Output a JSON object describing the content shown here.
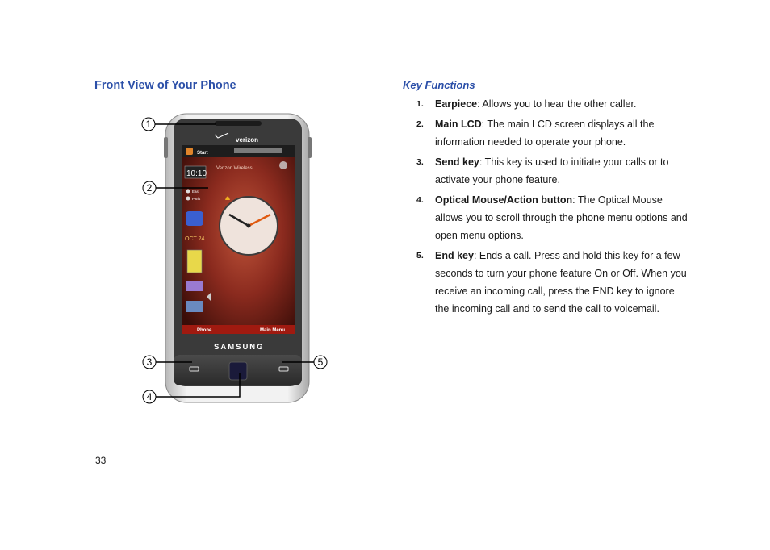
{
  "left_heading": "Front View of Your Phone",
  "right_heading": "Key Functions",
  "key_functions": [
    {
      "num": "1.",
      "term": "Earpiece",
      "desc": ": Allows you to hear the other caller."
    },
    {
      "num": "2.",
      "term": "Main LCD",
      "desc": ": The main LCD screen displays all the information needed to operate your phone."
    },
    {
      "num": "3.",
      "term": "Send key",
      "desc": ": This key is used to initiate your calls or to activate your phone feature."
    },
    {
      "num": "4.",
      "term": "Optical Mouse/Action button",
      "desc": ": The Optical Mouse allows you to scroll through the phone menu options and open menu options."
    },
    {
      "num": "5.",
      "term": "End key",
      "desc": ": Ends a call. Press and hold this key for a few seconds to turn your phone feature On or Off. When you receive an incoming call, press the END key to ignore the incoming call and to send the call to voicemail."
    }
  ],
  "callouts": [
    "1",
    "2",
    "3",
    "4",
    "5"
  ],
  "phone": {
    "brand_top": "verizon",
    "start_label": "Start",
    "time": "10:10",
    "carrier": "Verizon Wireless",
    "date": "OCT 24",
    "softkey_left": "Phone",
    "softkey_right": "Main Menu",
    "brand_bottom": "SAMSUNG",
    "status_east": "East",
    "status_paris": "Paris"
  },
  "page_number": "33",
  "colors": {
    "heading": "#2b4fa8",
    "screen": "#8a2a1e"
  }
}
